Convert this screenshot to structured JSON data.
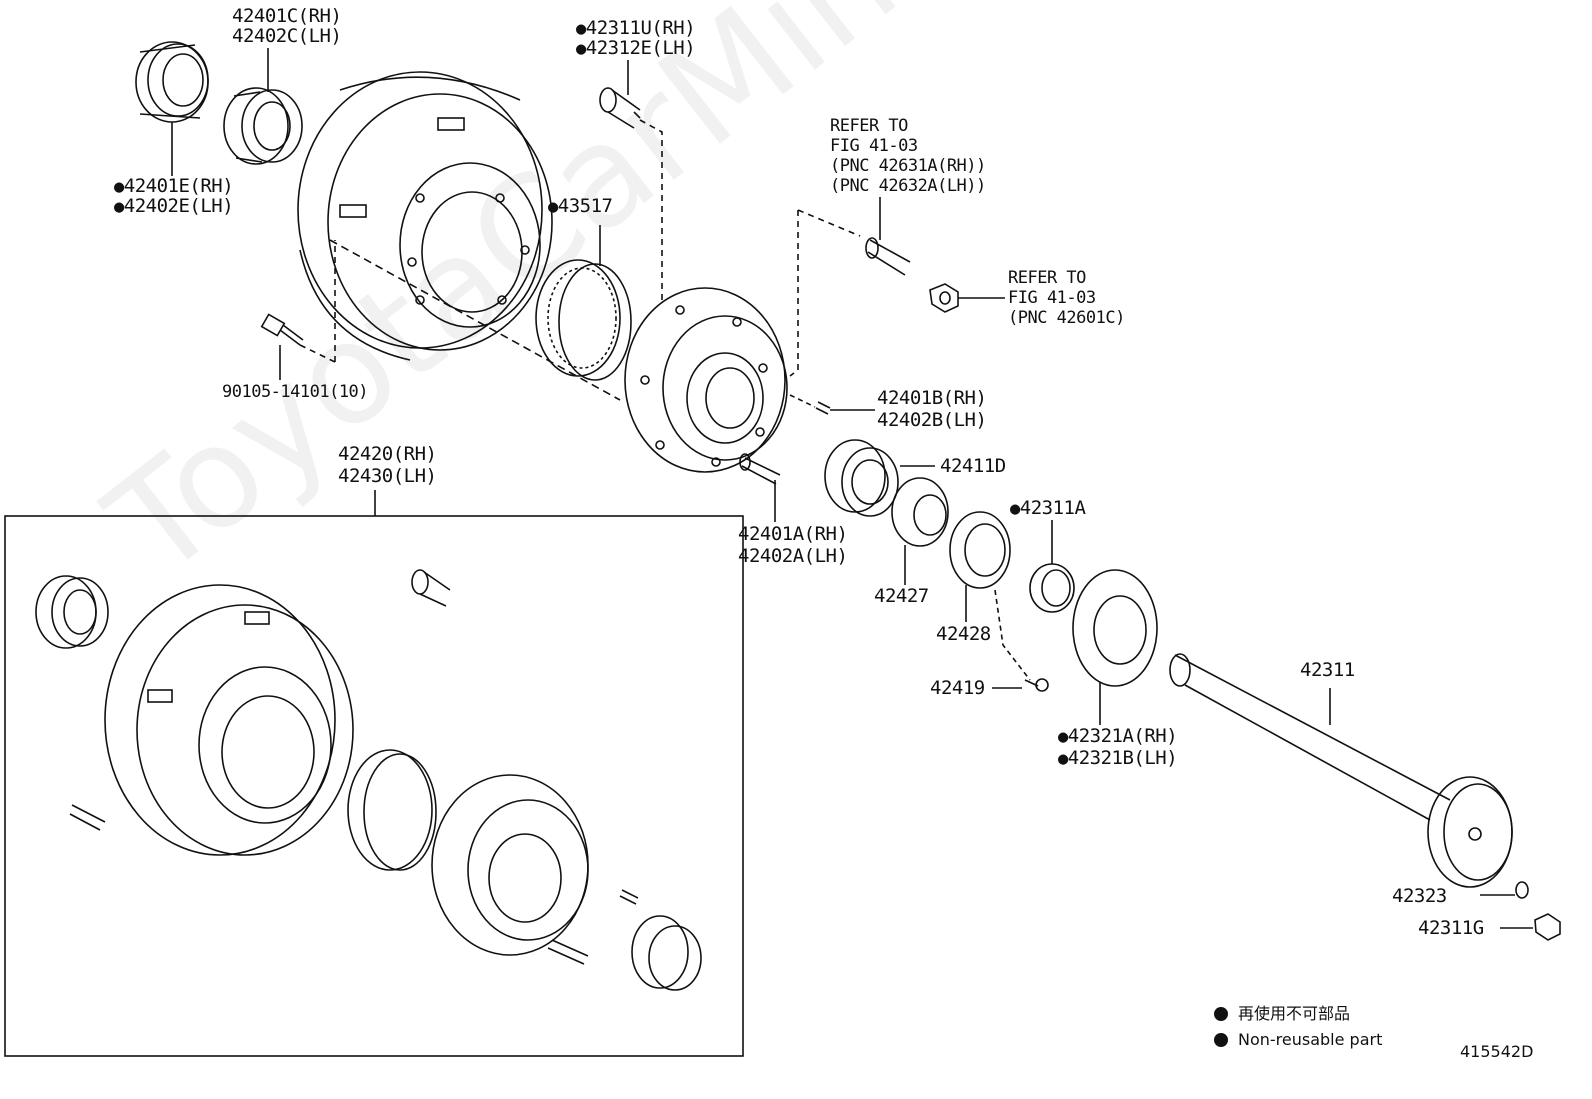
{
  "watermark": "ToyotaCarMine.ru",
  "labels": {
    "p42401C_RH": "42401C(RH)",
    "p42402C_LH": "42402C(LH)",
    "p42401E_RH": "42401E(RH)",
    "p42402E_LH": "42402E(LH)",
    "p42311U_RH": "42311U(RH)",
    "p42312E_LH": "42312E(LH)",
    "p43517": "43517",
    "refer1_line1": "REFER TO",
    "refer1_line2": "FIG 41-03",
    "refer1_line3": "(PNC 42631A(RH))",
    "refer1_line4": "(PNC 42632A(LH))",
    "refer2_line1": "REFER TO",
    "refer2_line2": "FIG 41-03",
    "refer2_line3": "(PNC 42601C)",
    "p90105": "90105-14101(10)",
    "p42401B_RH": "42401B(RH)",
    "p42402B_LH": "42402B(LH)",
    "p42411D": "42411D",
    "p42420_RH": "42420(RH)",
    "p42430_LH": "42430(LH)",
    "p42401A_RH": "42401A(RH)",
    "p42402A_LH": "42402A(LH)",
    "p42311A": "42311A",
    "p42427": "42427",
    "p42428": "42428",
    "p42419": "42419",
    "p42311": "42311",
    "p42321A_RH": "42321A(RH)",
    "p42321B_LH": "42321B(LH)",
    "p42323": "42323",
    "p42311G": "42311G"
  },
  "legend": {
    "line1": "再使用不可部品",
    "line2": "Non-reusable part"
  },
  "figure_id": "415542D",
  "colors": {
    "ink": "#111111",
    "watermark": "#c8c8c8"
  }
}
